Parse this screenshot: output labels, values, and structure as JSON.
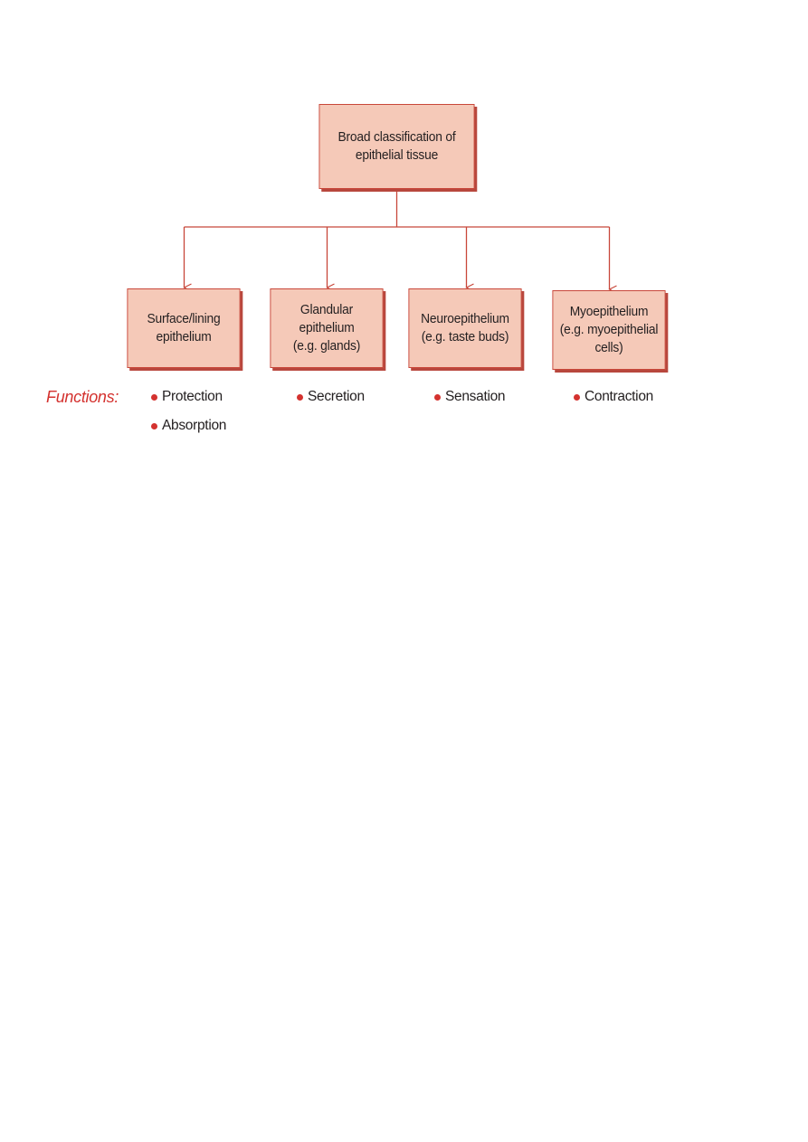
{
  "diagram": {
    "root": {
      "lines": [
        "Broad classification of",
        "epithelial tissue"
      ]
    },
    "categories": [
      {
        "lines": [
          "Surface/lining",
          "epithelium"
        ]
      },
      {
        "lines": [
          "Glandular",
          "epithelium",
          "(e.g. glands)"
        ]
      },
      {
        "lines": [
          "Neuroepithelium",
          "(e.g. taste buds)"
        ]
      },
      {
        "lines": [
          "Myoepithelium",
          "(e.g. myoepithelial",
          "cells)"
        ]
      }
    ],
    "functions_label": "Functions:",
    "functions": [
      [
        "Protection",
        "Absorption"
      ],
      [
        "Secretion"
      ],
      [
        "Sensation"
      ],
      [
        "Contraction"
      ]
    ],
    "colors": {
      "box_fill": "#f5c9b8",
      "box_border": "#c8473a",
      "connector": "#c8473a",
      "accent_text": "#d4322f"
    }
  }
}
